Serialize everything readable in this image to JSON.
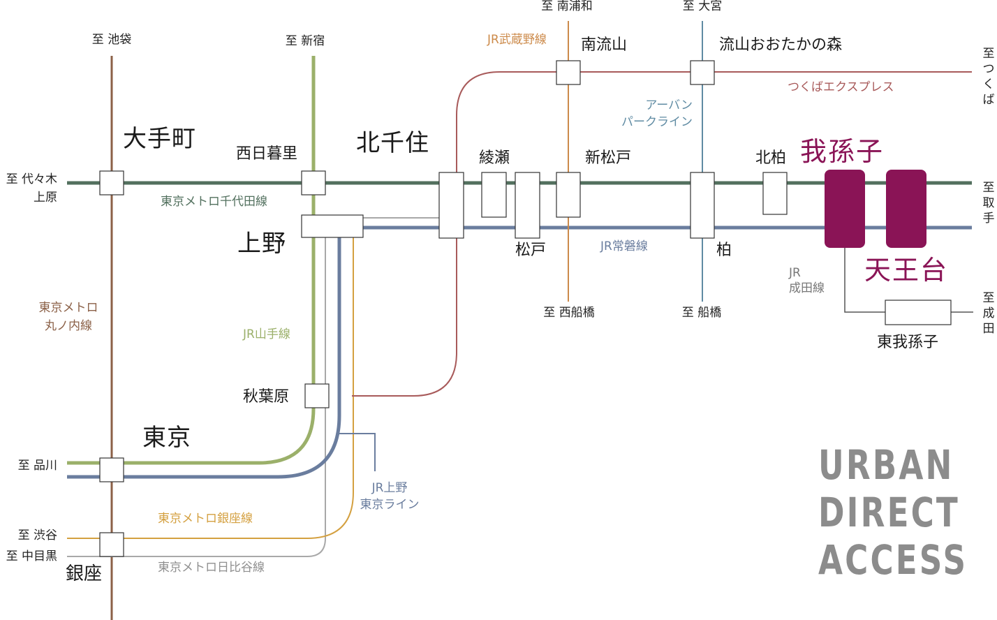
{
  "colors": {
    "chiyoda": "#52705e",
    "joban": "#6a7d9e",
    "yamanote": "#9bb06a",
    "marunouchi": "#8b6047",
    "musashino": "#cc8a4a",
    "tsukuba": "#a85a5a",
    "urban_park": "#5f8ba3",
    "ginza": "#d4a040",
    "hibiya": "#a8a8a8",
    "narita": "#555555",
    "highlight": "#8a1456",
    "brand_text": "#8c8c8c"
  },
  "destinations": {
    "ikebukuro": "至 池袋",
    "shinjuku": "至 新宿",
    "minami_urawa": "至 南浦和",
    "omiya": "至 大宮",
    "tsukuba": "至つくば",
    "yoyogi_uehara_1": "至 代々木",
    "yoyogi_uehara_2": "上原",
    "toride": "至取手",
    "nishi_funabashi": "至 西船橋",
    "funabashi": "至 船橋",
    "narita": "至成田",
    "shinagawa": "至 品川",
    "shibuya": "至 渋谷",
    "naka_meguro": "至 中目黒"
  },
  "stations": {
    "otemachi": "大手町",
    "nishi_nippori": "西日暮里",
    "kita_senju": "北千住",
    "ayase": "綾瀬",
    "shin_matsudo": "新松戸",
    "minami_nagareyama": "南流山",
    "nagareyama_otakanomori": "流山おおたかの森",
    "kita_kashiwa": "北柏",
    "abiko": "我孫子",
    "tennodai": "天王台",
    "ueno": "上野",
    "matsudo": "松戸",
    "kashiwa": "柏",
    "higashi_abiko": "東我孫子",
    "akihabara": "秋葉原",
    "tokyo": "東京",
    "ginza": "銀座"
  },
  "line_labels": {
    "chiyoda": "東京メトロ千代田線",
    "joban": "JR常磐線",
    "yamanote": "JR山手線",
    "marunouchi_1": "東京メトロ",
    "marunouchi_2": "丸ノ内線",
    "musashino": "JR武蔵野線",
    "tsukuba": "つくばエクスプレス",
    "urban_park_1": "アーバン",
    "urban_park_2": "パークライン",
    "narita_1": "JR",
    "narita_2": "成田線",
    "ueno_tokyo_1": "JR上野",
    "ueno_tokyo_2": "東京ライン",
    "ginza": "東京メトロ銀座線",
    "hibiya": "東京メトロ日比谷線"
  },
  "brand": {
    "line1": "URBAN",
    "line2": "DIRECT",
    "line3": "ACCESS"
  }
}
